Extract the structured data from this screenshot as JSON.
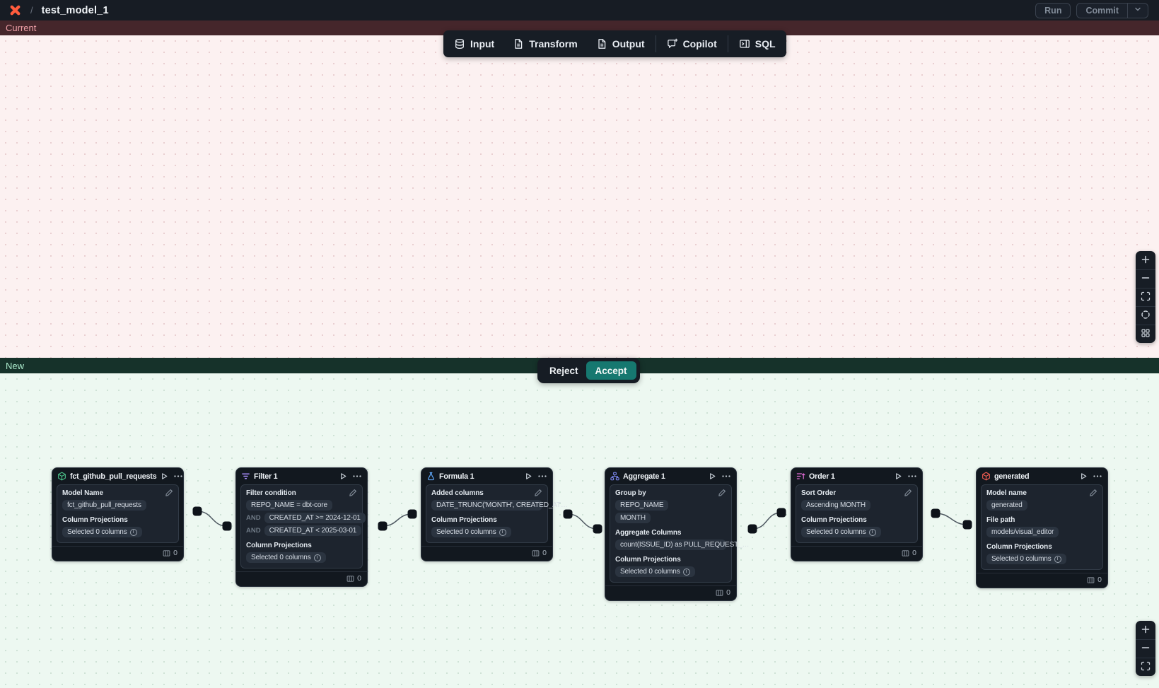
{
  "header": {
    "breadcrumb_separator": "/",
    "title": "test_model_1",
    "run_label": "Run",
    "commit_label": "Commit"
  },
  "toolbar": {
    "items": [
      {
        "label": "Input",
        "icon": "database-icon"
      },
      {
        "label": "Transform",
        "icon": "document-icon"
      },
      {
        "label": "Output",
        "icon": "document-icon"
      },
      {
        "label": "Copilot",
        "icon": "copilot-chat-icon"
      },
      {
        "label": "SQL",
        "icon": "panel-right-icon"
      }
    ]
  },
  "diff": {
    "current_label": "Current",
    "new_label": "New",
    "reject_label": "Reject",
    "accept_label": "Accept"
  },
  "zoom_controls": {
    "current_pane_icons": [
      "zoom-in-icon",
      "zoom-out-icon",
      "fit-view-icon",
      "locate-icon",
      "tiles-icon"
    ],
    "new_pane_icons": [
      "zoom-in-icon",
      "zoom-out-icon",
      "fit-view-icon"
    ]
  },
  "colors": {
    "accent_teal": "#167870",
    "logo_orange": "#ff5c3d",
    "current_banner_bg": "#45262b",
    "current_banner_text": "#efa0a8",
    "current_canvas_bg": "#fcf1f1",
    "new_banner_bg": "#16322a",
    "new_banner_text": "#abeacc",
    "new_canvas_bg": "#edf8f1",
    "node_icon_green": "#4cc38a",
    "node_icon_purple": "#a78bfa",
    "node_icon_blue": "#5fa8fa",
    "node_icon_indigo": "#7f8bf5",
    "node_icon_magenta": "#e36bd6",
    "node_icon_red": "#f25d52"
  },
  "nodes": [
    {
      "title": "fct_github_pull_requests",
      "icon": "model-cube-icon",
      "sections": [
        {
          "label": "Model Name",
          "pills": [
            {
              "text": "fct_github_pull_requests"
            }
          ]
        },
        {
          "label": "Column Projections",
          "pills": [
            {
              "text": "Selected 0 columns"
            }
          ]
        }
      ],
      "footer_count": "0"
    },
    {
      "title": "Filter 1",
      "icon": "filter-icon",
      "sections": [
        {
          "label": "Filter condition",
          "pills": [
            {
              "text": "REPO_NAME = dbt-core"
            },
            {
              "prefix": "AND",
              "text": "CREATED_AT >= 2024-12-01"
            },
            {
              "prefix": "AND",
              "text": "CREATED_AT < 2025-03-01"
            }
          ]
        },
        {
          "label": "Column Projections",
          "pills": [
            {
              "text": "Selected 0 columns"
            }
          ]
        }
      ],
      "footer_count": "0"
    },
    {
      "title": "Formula 1",
      "icon": "flask-icon",
      "sections": [
        {
          "label": "Added columns",
          "pills": [
            {
              "text": "DATE_TRUNC('MONTH', CREATED_AT…"
            }
          ]
        },
        {
          "label": "Column Projections",
          "pills": [
            {
              "text": "Selected 0 columns"
            }
          ]
        }
      ],
      "footer_count": "0"
    },
    {
      "title": "Aggregate 1",
      "icon": "sitemap-icon",
      "sections": [
        {
          "label": "Group by",
          "pills": [
            {
              "text": "REPO_NAME"
            },
            {
              "text": "MONTH"
            }
          ]
        },
        {
          "label": "Aggregate Columns",
          "pills": [
            {
              "text": "count(ISSUE_ID) as PULL_REQUEST_…"
            }
          ]
        },
        {
          "label": "Column Projections",
          "pills": [
            {
              "text": "Selected 0 columns"
            }
          ]
        }
      ],
      "footer_count": "0"
    },
    {
      "title": "Order 1",
      "icon": "sort-icon",
      "sections": [
        {
          "label": "Sort Order",
          "pills": [
            {
              "text": "Ascending MONTH"
            }
          ]
        },
        {
          "label": "Column Projections",
          "pills": [
            {
              "text": "Selected 0 columns"
            }
          ]
        }
      ],
      "footer_count": "0"
    },
    {
      "title": "generated",
      "icon": "model-cube-icon",
      "sections": [
        {
          "label": "Model name",
          "pills": [
            {
              "text": "generated"
            }
          ]
        },
        {
          "label": "File path",
          "pills": [
            {
              "text": "models/visual_editor"
            }
          ]
        },
        {
          "label": "Column Projections",
          "pills": [
            {
              "text": "Selected 0 columns"
            }
          ]
        }
      ],
      "footer_count": "0"
    }
  ]
}
